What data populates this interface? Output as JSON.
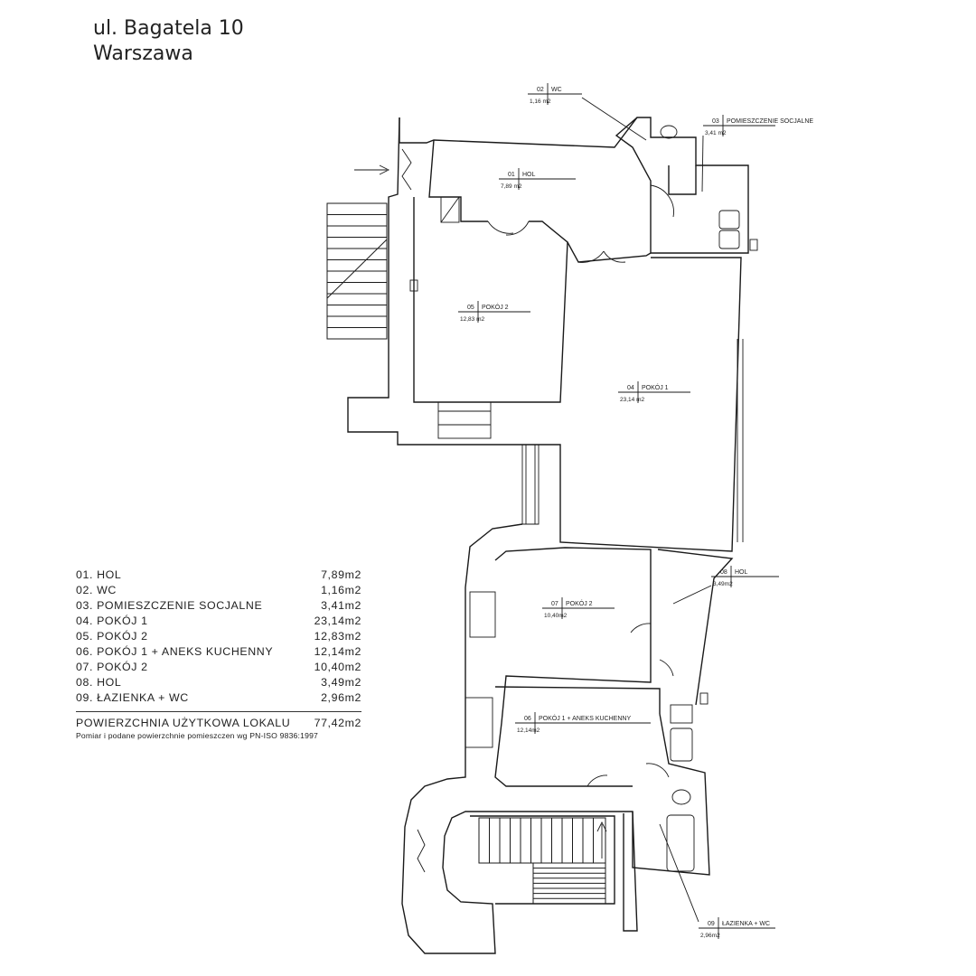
{
  "header": {
    "street": "ul. Bagatela 10",
    "city": "Warszawa"
  },
  "rooms": [
    {
      "code": "01",
      "name": "HOL",
      "area_label": "7,89 m2",
      "list_name": "HOL",
      "list_area": "7,89m2"
    },
    {
      "code": "02",
      "name": "WC",
      "area_label": "1,16 m2",
      "list_name": "WC",
      "list_area": "1,16m2"
    },
    {
      "code": "03",
      "name": "POMIESZCZENIE SOCJALNE",
      "area_label": "3,41 m2",
      "list_name": "POMIESZCZENIE SOCJALNE",
      "list_area": "3,41m2"
    },
    {
      "code": "04",
      "name": "POKÓJ 1",
      "area_label": "23,14 m2",
      "list_name": "POKÓJ 1",
      "list_area": "23,14m2"
    },
    {
      "code": "05",
      "name": "POKÓJ 2",
      "area_label": "12,83 m2",
      "list_name": "POKÓJ 2",
      "list_area": "12,83m2"
    },
    {
      "code": "06",
      "name": "POKÓJ 1 + ANEKS KUCHENNY",
      "area_label": "12,14m2",
      "list_name": "POKÓJ 1 + ANEKS KUCHENNY",
      "list_area": "12,14m2"
    },
    {
      "code": "07",
      "name": "POKÓJ 2",
      "area_label": "10,40m2",
      "list_name": "POKÓJ 2",
      "list_area": "10,40m2"
    },
    {
      "code": "08",
      "name": "HOL",
      "area_label": "3,49m2",
      "list_name": "HOL",
      "list_area": "3,49m2"
    },
    {
      "code": "09",
      "name": "ŁAZIENKA + WC",
      "area_label": "2,96m2",
      "list_name": "ŁAZIENKA + WC",
      "list_area": "2,96m2"
    }
  ],
  "legend_prefixes": [
    "01.",
    "02.",
    "03.",
    "04.",
    "05.",
    "06.",
    "07.",
    "08.",
    "09."
  ],
  "total": {
    "label": "POWIERZCHNIA UŻYTKOWA LOKALU",
    "value": "77,42m2"
  },
  "note": "Pomiar i podane powierzchnie pomieszczen wg PN-ISO 9836:1997"
}
